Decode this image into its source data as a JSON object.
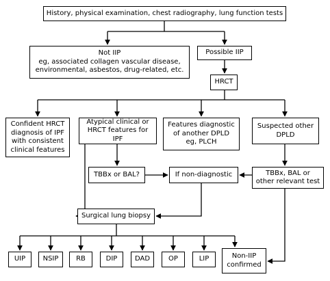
{
  "nodes": {
    "start": "History, physical examination, chest radiography, lung function tests",
    "not_iip": "Not IIP\neg, associated collagen vascular disease,\nenvironmental, asbestos, drug-related, etc.",
    "possible_iip": "Possible IIP",
    "hrct": "HRCT",
    "confident": "Confident HRCT\ndiagnosis of IPF\nwith consistent\nclinical features",
    "atypical": "Atypical clinical or\nHRCT features for IPF",
    "features": "Features diagnostic\nof another DPLD\neg, PLCH",
    "suspected": "Suspected other\nDPLD",
    "tbbx_bal": "TBBx or BAL?",
    "non_diagnostic": "If non-diagnostic",
    "tbbx_other": "TBBx, BAL or\nother relevant test",
    "surgical": "Surgical lung biopsy",
    "uip": "UIP",
    "nsip": "NSIP",
    "rb": "RB",
    "dip": "DIP",
    "dad": "DAD",
    "op": "OP",
    "lip": "LIP",
    "non_iip": "Non-IIP\nconfirmed"
  }
}
